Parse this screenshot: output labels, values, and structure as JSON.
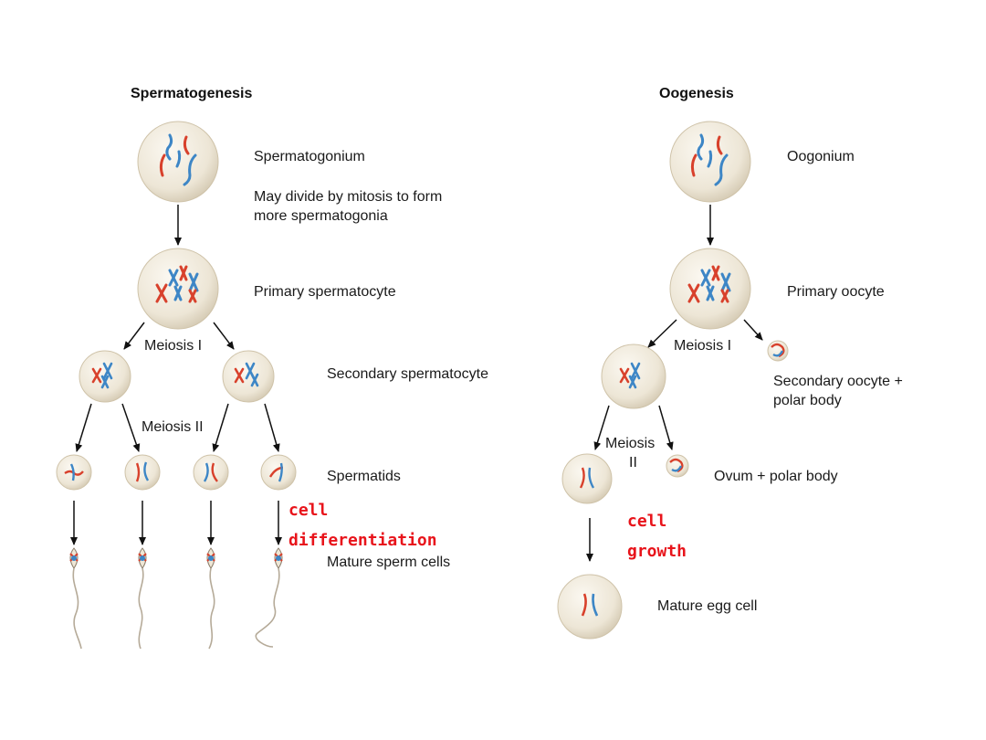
{
  "spermatogenesis": {
    "title": "Spermatogenesis",
    "spermatogonium": "Spermatogonium",
    "mitosis_note_line1": "May divide by mitosis to form",
    "mitosis_note_line2": "more spermatogonia",
    "primary": "Primary spermatocyte",
    "meiosis1": "Meiosis I",
    "secondary": "Secondary spermatocyte",
    "meiosis2": "Meiosis II",
    "spermatids": "Spermatids",
    "annotation_line1": "cell",
    "annotation_line2": "differentiation",
    "mature": "Mature sperm cells"
  },
  "oogenesis": {
    "title": "Oogenesis",
    "oogonium": "Oogonium",
    "primary": "Primary oocyte",
    "meiosis1": "Meiosis I",
    "secondary_line1": "Secondary oocyte +",
    "secondary_line2": "polar body",
    "meiosis2_line1": "Meiosis",
    "meiosis2_line2": "II",
    "ovum": "Ovum + polar body",
    "annotation_line1": "cell",
    "annotation_line2": "growth",
    "mature": "Mature egg cell"
  },
  "colors": {
    "chromosome_red": "#d8412c",
    "chromosome_blue": "#3d86c6",
    "annotation": "#e8141b",
    "cell_fill": "#ede6d6"
  }
}
